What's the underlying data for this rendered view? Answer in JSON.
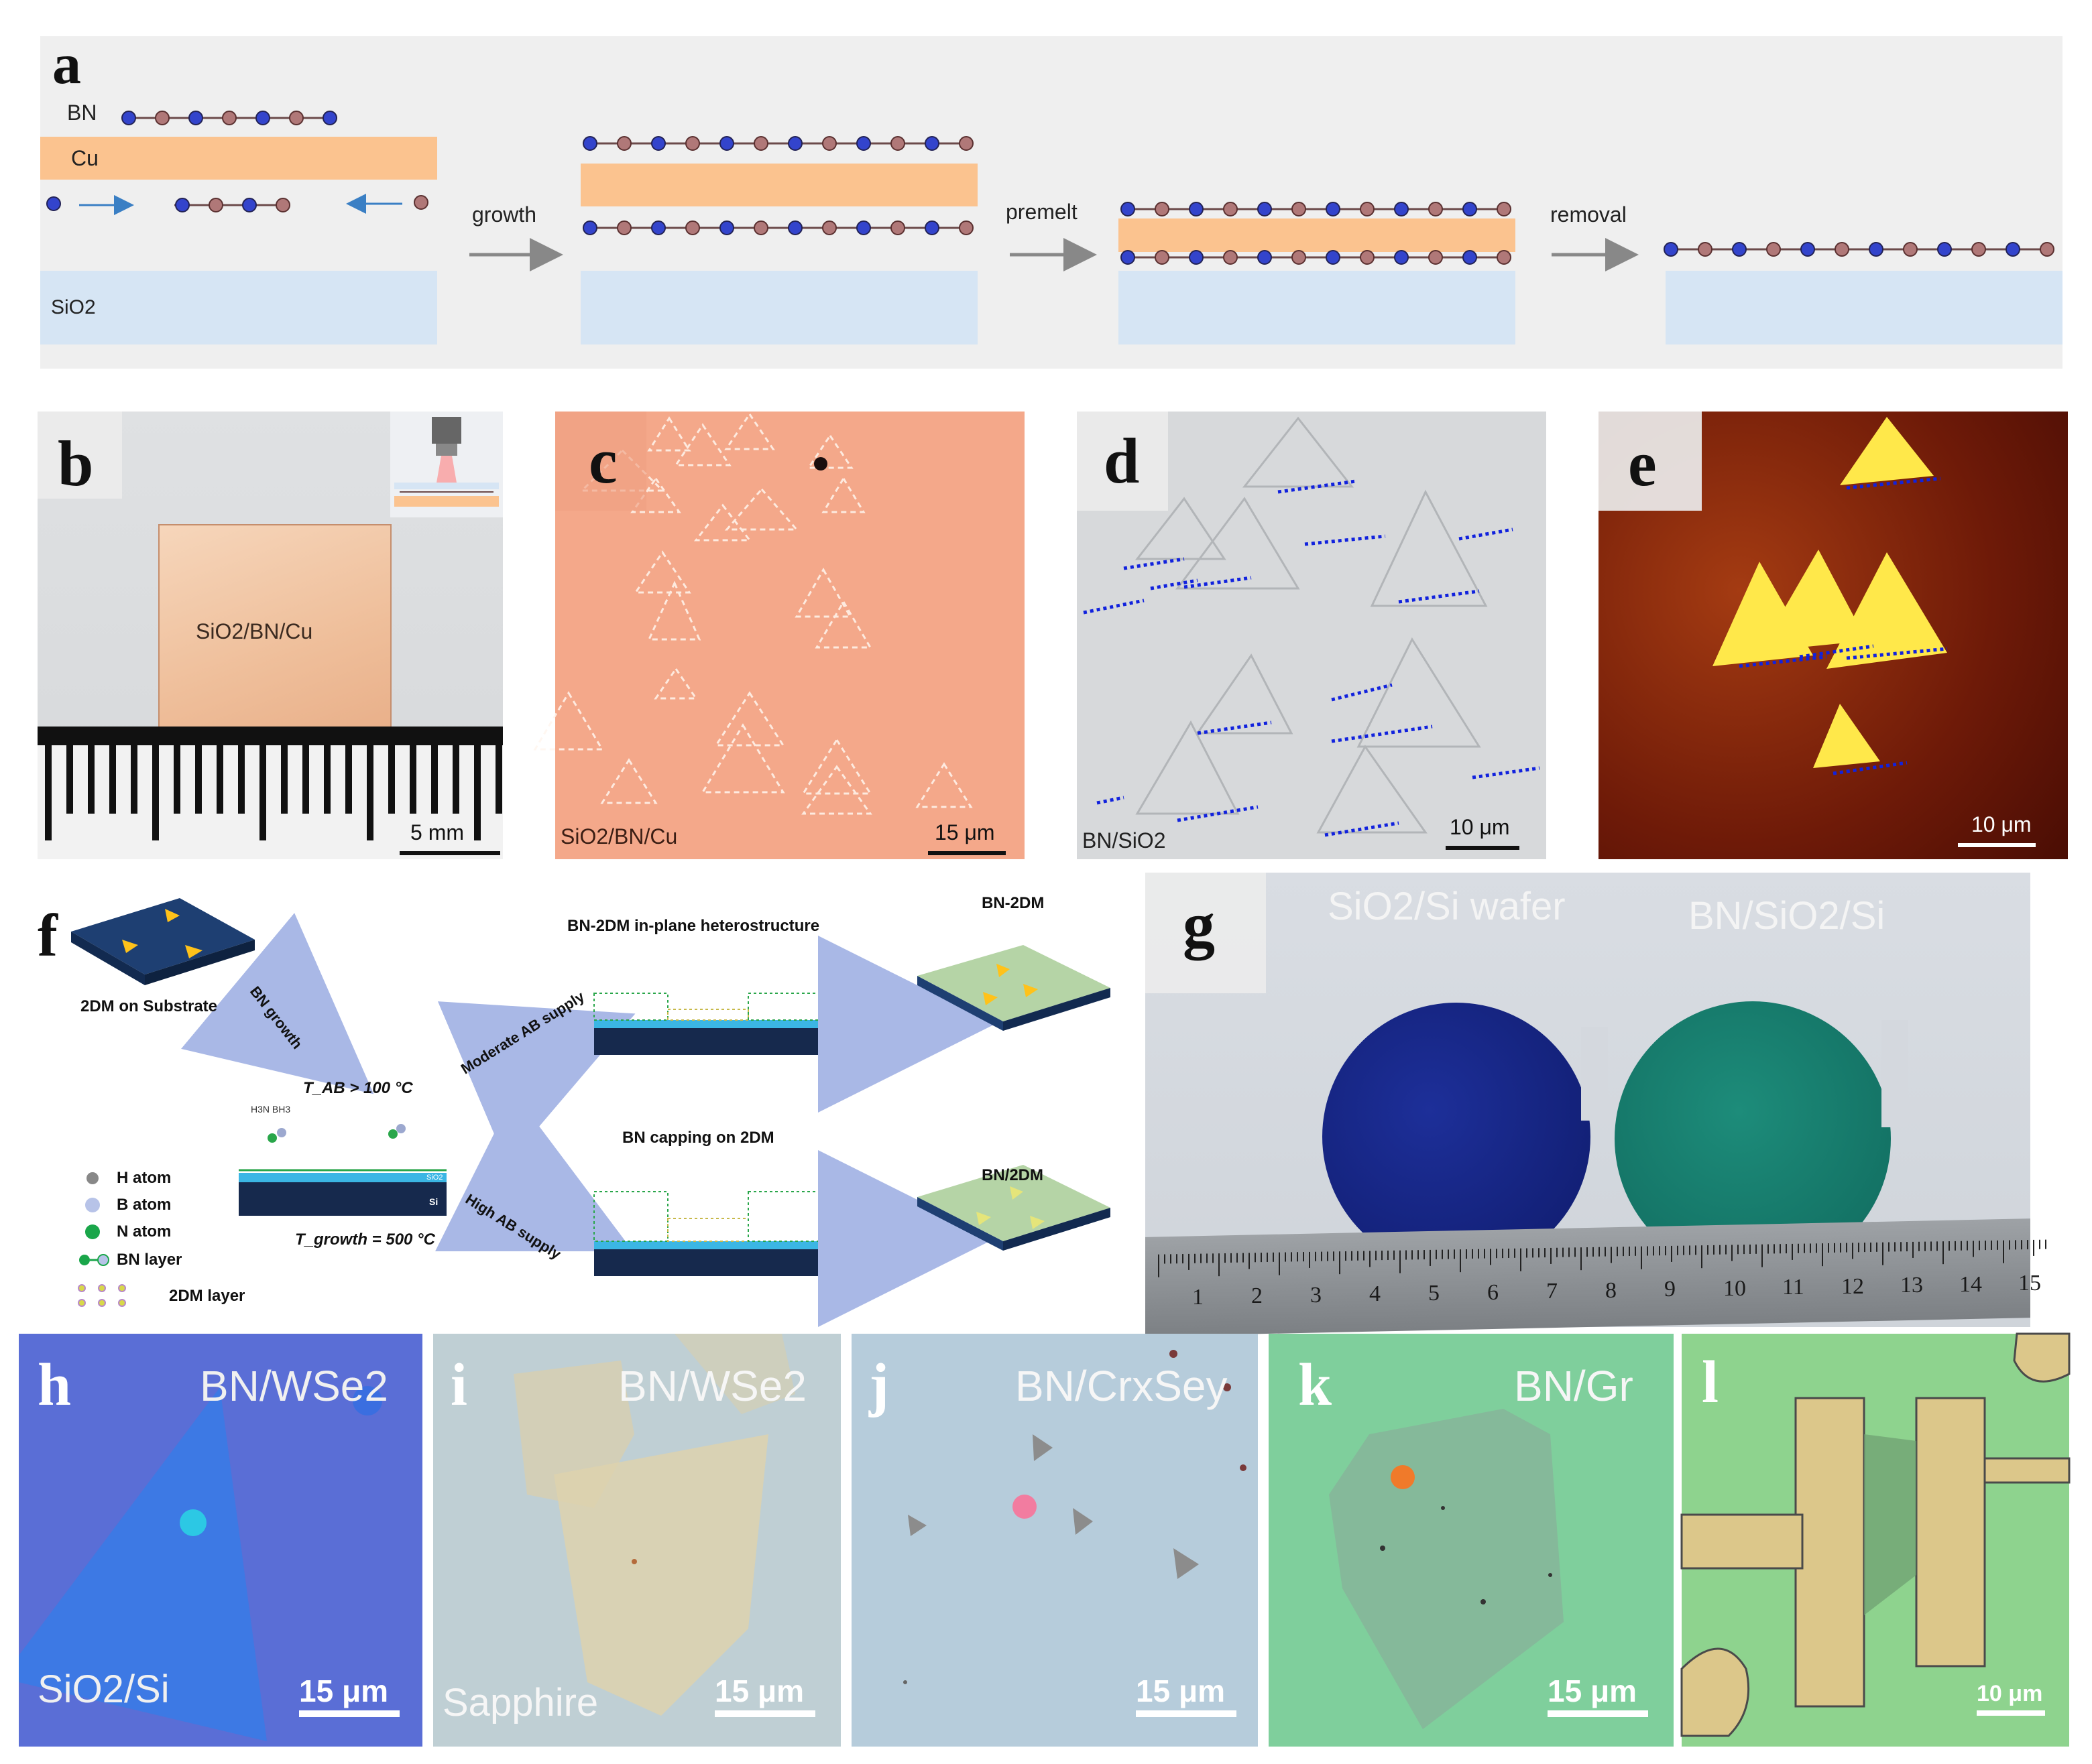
{
  "panel_a": {
    "letter": "a",
    "bn_label": "BN",
    "cu_label": "Cu",
    "sio2_label": "SiO2",
    "step1": "growth",
    "step2": "premelt",
    "step3": "removal"
  },
  "panel_b": {
    "letter": "b",
    "sample_label": "SiO2/BN/Cu",
    "scale": "5 mm"
  },
  "panel_c": {
    "letter": "c",
    "sample_label": "SiO2/BN/Cu",
    "scale": "15 μm"
  },
  "panel_d": {
    "letter": "d",
    "sample_label": "BN/SiO2",
    "scale": "10 μm"
  },
  "panel_e": {
    "letter": "e",
    "scale": "10 μm"
  },
  "panel_f": {
    "letter": "f",
    "start": "2DM on Substrate",
    "bn_growth": "BN growth",
    "t_ab": "T_AB > 100 °C",
    "t_growth": "T_growth = 500 °C",
    "moderate": "Moderate AB supply",
    "high": "High AB supply",
    "inplane_title": "BN-2DM in-plane heterostructure",
    "capping_title": "BN capping on 2DM",
    "result1": "BN-2DM",
    "result2": "BN/2DM",
    "legend": [
      "H atom",
      "B atom",
      "N atom",
      "BN layer",
      "2DM layer"
    ],
    "layer_sio2": "SiO2",
    "layer_si": "Si",
    "molecule": "H3N BH3"
  },
  "panel_g": {
    "letter": "g",
    "left_wafer": "SiO2/Si wafer",
    "right_wafer": "BN/SiO2/Si",
    "ruler_numbers": [
      "1",
      "2",
      "3",
      "4",
      "5",
      "6",
      "7",
      "8",
      "9",
      "10",
      "11",
      "12",
      "13",
      "14",
      "15"
    ]
  },
  "panel_h": {
    "letter": "h",
    "title": "BN/WSe2",
    "substrate": "SiO2/Si",
    "scale": "15 μm"
  },
  "panel_i": {
    "letter": "i",
    "title": "BN/WSe2",
    "substrate": "Sapphire",
    "scale": "15 μm"
  },
  "panel_j": {
    "letter": "j",
    "title": "BN/CrxSey",
    "scale": "15 μm"
  },
  "panel_k": {
    "letter": "k",
    "title": "BN/Gr",
    "scale": "15 μm"
  },
  "panel_l": {
    "letter": "l",
    "scale": "10 μm"
  }
}
